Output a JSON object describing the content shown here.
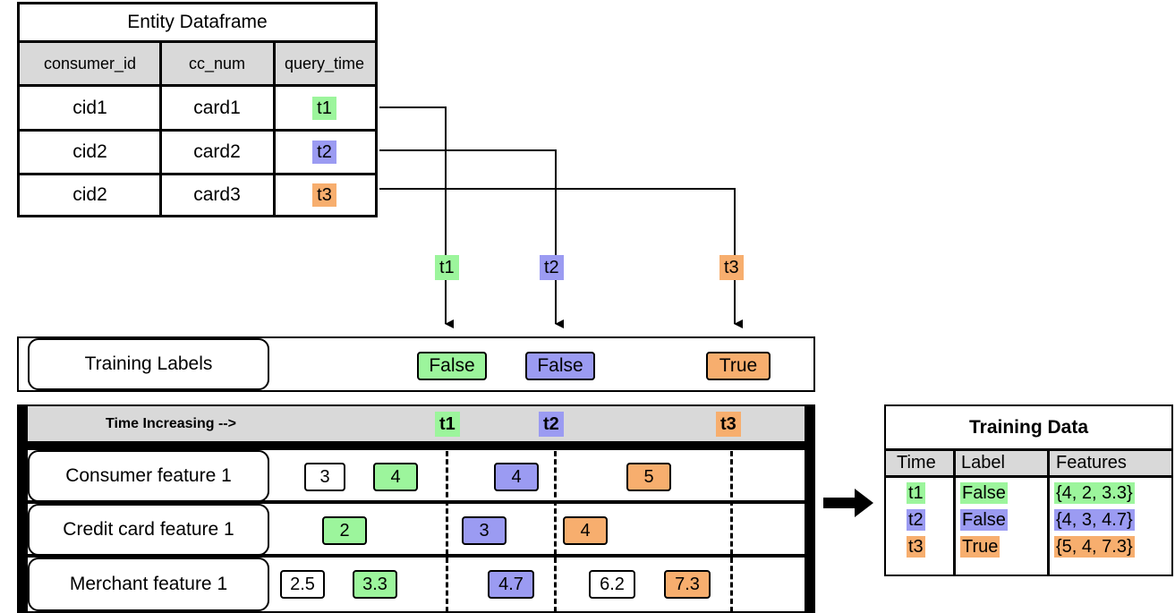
{
  "entity": {
    "title": "Entity Dataframe",
    "headers": [
      "consumer_id",
      "cc_num",
      "query_time"
    ],
    "rows": [
      {
        "consumer_id": "cid1",
        "cc_num": "card1",
        "query_time": "t1"
      },
      {
        "consumer_id": "cid2",
        "cc_num": "card2",
        "query_time": "t2"
      },
      {
        "consumer_id": "cid2",
        "cc_num": "card3",
        "query_time": "t3"
      }
    ]
  },
  "connectors": [
    "t1",
    "t2",
    "t3"
  ],
  "labels": {
    "title": "Training Labels",
    "values": [
      "False",
      "False",
      "True"
    ]
  },
  "features": {
    "time_label": "Time Increasing -->",
    "times": [
      "t1",
      "t2",
      "t3"
    ],
    "rows": [
      {
        "name": "Consumer feature 1",
        "values": [
          "3",
          "4",
          "4",
          "5"
        ]
      },
      {
        "name": "Credit card feature 1",
        "values": [
          "2",
          "3",
          "4"
        ]
      },
      {
        "name": "Merchant feature 1",
        "values": [
          "2.5",
          "3.3",
          "4.7",
          "6.2",
          "7.3"
        ]
      }
    ]
  },
  "training_data": {
    "title": "Training Data",
    "headers": [
      "Time",
      "Label",
      "Features"
    ],
    "rows": [
      {
        "time": "t1",
        "label": "False",
        "features": "{4, 2, 3.3}"
      },
      {
        "time": "t2",
        "label": "False",
        "features": "{4, 3, 4.7}"
      },
      {
        "time": "t3",
        "label": "True",
        "features": "{5, 4, 7.3}"
      }
    ]
  },
  "colors": {
    "t1": "#9cf59c",
    "t2": "#9b9bf2",
    "t3": "#f7ae6e"
  }
}
